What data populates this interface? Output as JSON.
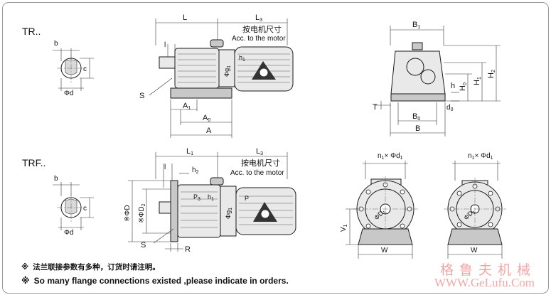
{
  "titles": {
    "tr": "TR..",
    "trf": "TRF.."
  },
  "tr_shaft": {
    "b": "b",
    "c": "c",
    "phid": "Φd"
  },
  "trf_shaft": {
    "b": "b",
    "c": "c",
    "phid": "Φd"
  },
  "tr_side": {
    "L": "L",
    "L3": "L",
    "L3_sub": "3",
    "motor_cn": "按电机尺寸",
    "motor_en": "Acc. to the motor",
    "l": "l",
    "S": "S",
    "h1": "h",
    "h1_sub": "1",
    "g1": "Φg",
    "g1_sub": "1",
    "A1": "A",
    "A1_sub": "1",
    "A0": "A",
    "A0_sub": "0",
    "A": "A"
  },
  "tr_end": {
    "B1": "B",
    "B1_sub": "1",
    "H2": "H",
    "H2_sub": "2",
    "H1": "H",
    "H1_sub": "1",
    "H0": "H",
    "H0_sub": "0",
    "h": "h",
    "T": "T",
    "d0": "d",
    "d0_sub": "0",
    "B0": "B",
    "B0_sub": "0",
    "B": "B"
  },
  "trf_side": {
    "L1": "L",
    "L1_sub": "1",
    "L3": "L",
    "L3_sub": "3",
    "motor_cn": "按电机尺寸",
    "motor_en": "Acc. to the motor",
    "l": "l",
    "h2": "h",
    "h2_sub": "2",
    "D": "※ΦD",
    "D2": "※ΦD",
    "D2_sub": "2",
    "P3": "P",
    "P3_sub": "3",
    "P": "P",
    "h1": "h",
    "h1_sub": "1",
    "g1": "Φg",
    "g1_sub": "1",
    "S": "S",
    "R": "R"
  },
  "trf_flange": {
    "n1d1": "n",
    "n1d1_mid": "1",
    "n1d1_tail": "× Φd",
    "n1d1_end": "1",
    "D1": "ΦD",
    "D1_sub": "1",
    "V1": "V",
    "V1_sub": "1",
    "W": "W"
  },
  "trf_flange2": {
    "n1d1": "n",
    "n1d1_mid": "1",
    "n1d1_tail": "× Φd",
    "n1d1_end": "1",
    "D1": "ΦD",
    "D1_sub": "1",
    "W": "W"
  },
  "notes": {
    "star": "※",
    "cn": "法兰联接参数有多种，订货时请注明。",
    "en": "So many flange connections existed ,please indicate in orders."
  },
  "watermark": {
    "cn": "格鲁夫机械",
    "url": "WWW.GeLufu.Com",
    "color": "#f4a6a6"
  }
}
